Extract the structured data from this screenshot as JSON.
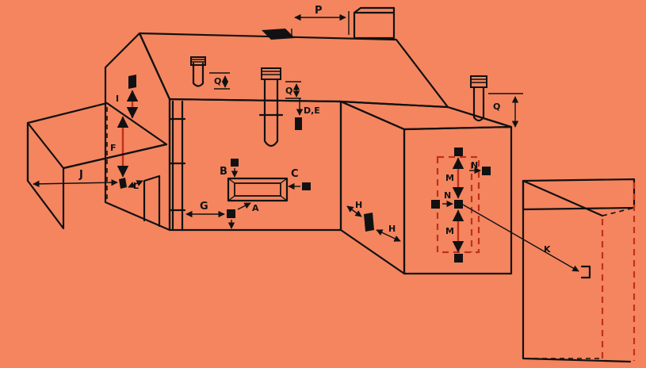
{
  "colors": {
    "background": "#F4855F",
    "line": "#111111",
    "accent_red": "#C0301A",
    "terminal": "#111111"
  },
  "labels": {
    "A": "A",
    "B": "B",
    "C": "C",
    "DE": "D,E",
    "F": "F",
    "G": "G",
    "H": "H",
    "I": "I",
    "J": "J",
    "K": "K",
    "L": "L",
    "M": "M",
    "N": "N",
    "P": "P",
    "Q": "Q"
  }
}
